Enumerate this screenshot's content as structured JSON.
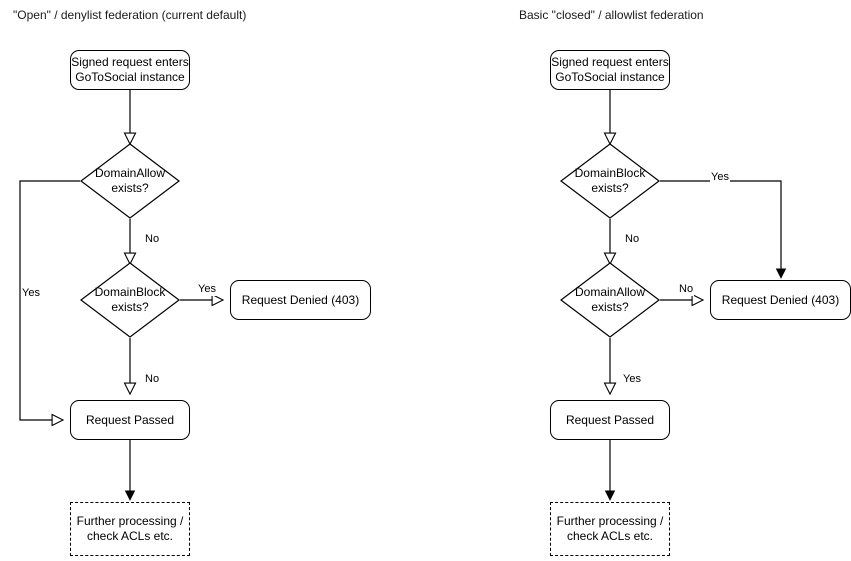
{
  "diagrams": [
    {
      "id": "open-denylist",
      "title": "\"Open\" / denylist federation (current default)",
      "nodes": {
        "start": "Signed request enters\nGoToSocial instance",
        "decision1": "DomainAllow\nexists?",
        "decision2": "DomainBlock\nexists?",
        "denied": "Request Denied (403)",
        "passed": "Request Passed",
        "further": "Further processing /\ncheck ACLs etc."
      },
      "edge_labels": {
        "d1_yes": "Yes",
        "d1_no": "No",
        "d2_yes": "Yes",
        "d2_no": "No"
      }
    },
    {
      "id": "closed-allowlist",
      "title": "Basic \"closed\" / allowlist federation",
      "nodes": {
        "start": "Signed request enters\nGoToSocial instance",
        "decision1": "DomainBlock\nexists?",
        "decision2": "DomainAllow\nexists?",
        "denied": "Request Denied (403)",
        "passed": "Request Passed",
        "further": "Further processing /\ncheck ACLs etc."
      },
      "edge_labels": {
        "d1_yes": "Yes",
        "d1_no": "No",
        "d2_no": "No",
        "d2_yes": "Yes"
      }
    }
  ],
  "style": {
    "stroke": "#000000",
    "background": "#ffffff",
    "text": "#000000"
  }
}
